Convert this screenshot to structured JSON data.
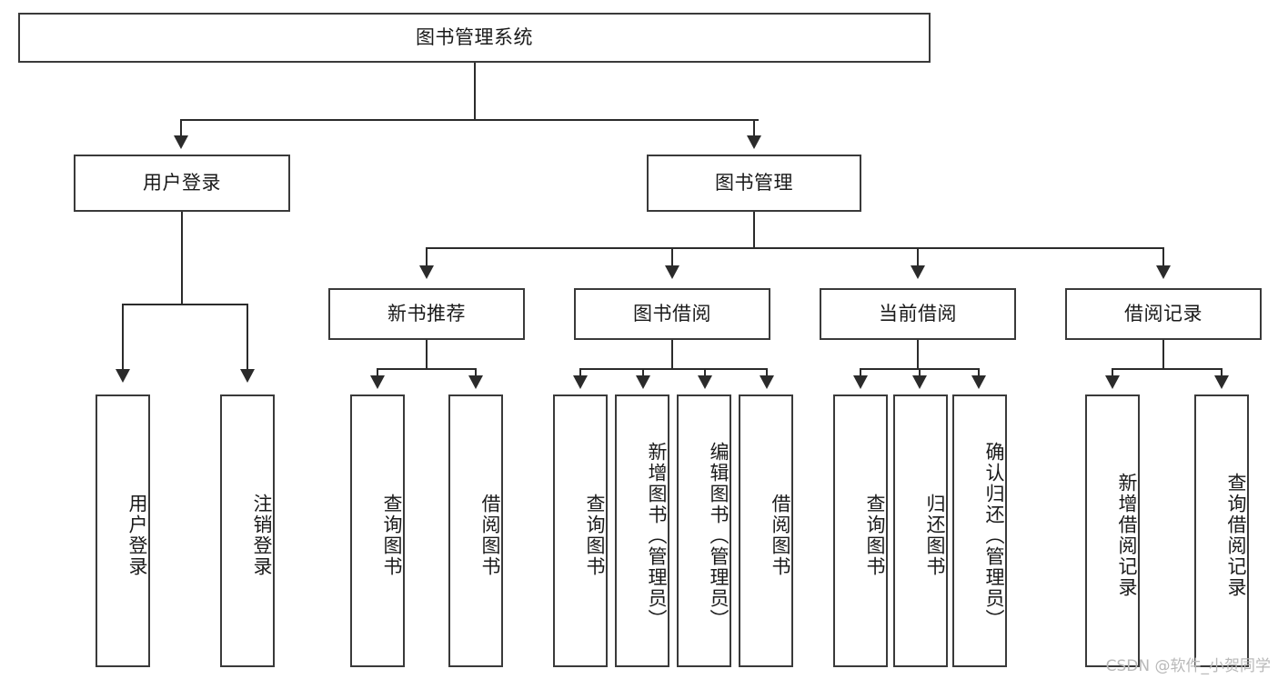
{
  "diagram": {
    "title": "图书管理系统",
    "watermark": "CSDN @软件_小贺同学",
    "type": "tree-hierarchy",
    "levels": 4,
    "root": {
      "label": "图书管理系统",
      "id": "root"
    },
    "level2": [
      {
        "id": "user-login",
        "label": "用户登录"
      },
      {
        "id": "book-management",
        "label": "图书管理"
      }
    ],
    "level3": [
      {
        "id": "new-book-recommend",
        "label": "新书推荐",
        "parent": "book-management"
      },
      {
        "id": "book-borrow",
        "label": "图书借阅",
        "parent": "book-management"
      },
      {
        "id": "current-borrow",
        "label": "当前借阅",
        "parent": "book-management"
      },
      {
        "id": "borrow-record",
        "label": "借阅记录",
        "parent": "book-management"
      }
    ],
    "leaves": {
      "user_login": [
        {
          "id": "leaf-user-login",
          "label": "用户登录"
        },
        {
          "id": "leaf-user-logout",
          "label": "注销登录"
        }
      ],
      "new_book_recommend": [
        {
          "id": "leaf-query-book-1",
          "label": "查询图书"
        },
        {
          "id": "leaf-borrow-book-1",
          "label": "借阅图书"
        }
      ],
      "book_borrow": [
        {
          "id": "leaf-query-book-2",
          "label": "查询图书"
        },
        {
          "id": "leaf-add-book",
          "label": "新增图书（管理员）"
        },
        {
          "id": "leaf-edit-book",
          "label": "编辑图书（管理员）"
        },
        {
          "id": "leaf-borrow-book-2",
          "label": "借阅图书"
        }
      ],
      "current_borrow": [
        {
          "id": "leaf-query-book-3",
          "label": "查询图书"
        },
        {
          "id": "leaf-return-book",
          "label": "归还图书"
        },
        {
          "id": "leaf-confirm-return",
          "label": "确认归还（管理员）"
        }
      ],
      "borrow_record": [
        {
          "id": "leaf-add-record",
          "label": "新增借阅记录"
        },
        {
          "id": "leaf-query-record",
          "label": "查询借阅记录"
        }
      ]
    },
    "colors": {
      "box_border": "#3a3a3a",
      "connector": "#2b2b2b",
      "background": "#ffffff",
      "text": "#1a1a1a",
      "watermark": "#b9b9b9"
    }
  }
}
